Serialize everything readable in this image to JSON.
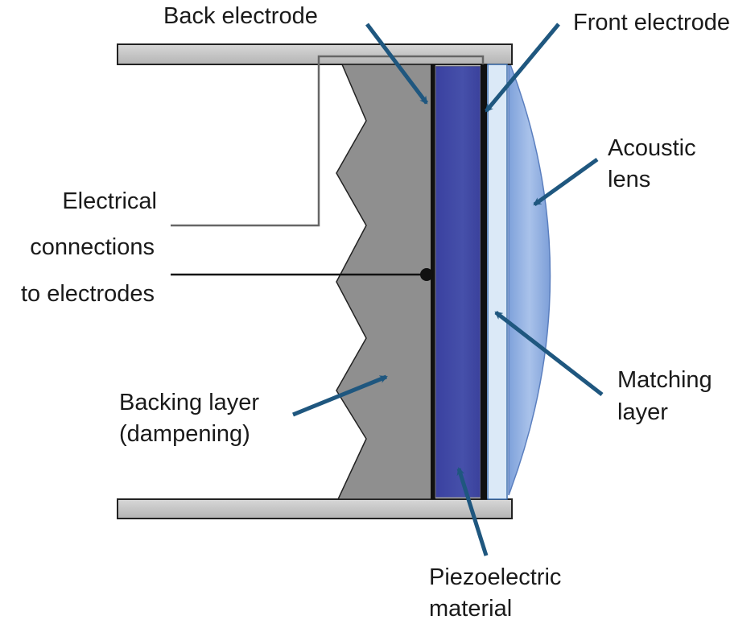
{
  "diagram": {
    "title": "Ultrasound transducer cross-section",
    "labels": {
      "back_electrode": "Back electrode",
      "front_electrode": "Front electrode",
      "acoustic_lens_1": "Acoustic",
      "acoustic_lens_2": "lens",
      "electrical_1": "Electrical",
      "electrical_2": "connections",
      "electrical_3": "to electrodes",
      "matching_1": "Matching",
      "matching_2": "layer",
      "backing_1": "Backing layer",
      "backing_2": "(dampening)",
      "piezo_1": "Piezoelectric",
      "piezo_2": "material"
    },
    "colors": {
      "arrow": "#1f577f",
      "housing": "#c8c8c8",
      "backing": "#8e8e8e",
      "piezo": "#3f46a2",
      "matching": "#dbe9f7",
      "lens": "#86a8dd",
      "electrode": "#111111"
    }
  }
}
